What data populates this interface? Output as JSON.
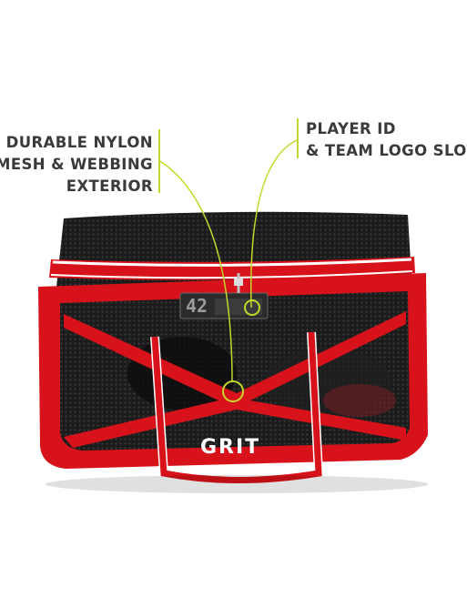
{
  "callouts": {
    "left": {
      "lines": [
        "DURABLE NYLON",
        "MESH & WEBBING",
        "EXTERIOR"
      ]
    },
    "right": {
      "lines": [
        "PLAYER ID",
        "& TEAM LOGO SLOT"
      ]
    }
  },
  "product": {
    "brand_text": "GRIT",
    "id_slot_number": "42",
    "colors": {
      "red": "#d8121a",
      "black": "#161616",
      "white": "#f5f5f5",
      "accent": "#c3d82a"
    }
  }
}
